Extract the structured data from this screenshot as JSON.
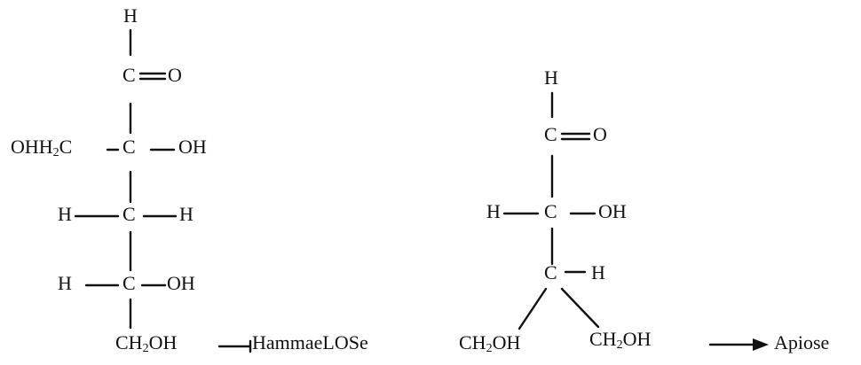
{
  "left_structure": {
    "top_h": "H",
    "carbonyl_c": "C",
    "carbonyl_o": "O",
    "c2": "C",
    "c2_left_oh": "OH",
    "c2_left_h": "H",
    "c2_left_sub": "2",
    "c2_left_c": "C",
    "c2_right": "OH",
    "c3": "C",
    "c3_left": "H",
    "c3_right": "H",
    "c4": "C",
    "c4_left": "H",
    "c4_right": "OH",
    "bottom_ch": "CH",
    "bottom_sub": "2",
    "bottom_oh": "OH"
  },
  "arrow_1_label": "HammaeLOSe",
  "right_structure": {
    "top_h": "H",
    "carbonyl_c": "C",
    "carbonyl_o": "O",
    "c2": "C",
    "c2_left": "H",
    "c2_right": "OH",
    "c3": "C",
    "c3_right": "H",
    "branch_left_ch": "CH",
    "branch_left_sub": "2",
    "branch_left_oh": "OH",
    "branch_right_ch": "CH",
    "branch_right_sub": "2",
    "branch_right_oh": "OH"
  },
  "arrow_2_label": "Apiose"
}
